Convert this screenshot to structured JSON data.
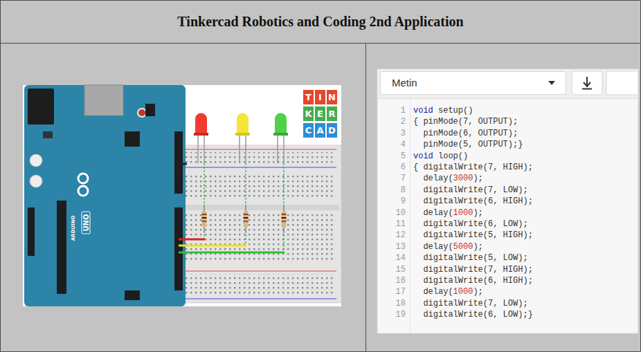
{
  "diagram": {
    "title": "Tinkercad Robotics and Coding 2nd Application",
    "nodes": [
      {
        "text": [
          "Metin"
        ]
      }
    ],
    "labels": [
      "T",
      "I",
      "N",
      "K",
      "E",
      "R",
      "C",
      "A",
      "D",
      "ARDUINO",
      "UNO",
      "1",
      "void setup()",
      "2",
      "{ pinMode(7, OUTPUT);",
      "3",
      "  pinMode(6, OUTPUT);",
      "4",
      "  pinMode(5, OUTPUT);}",
      "5",
      "void loop()",
      "6",
      "{ digitalWrite(7, HIGH);",
      "7",
      "  delay(3000);",
      "8",
      "  digitalWrite(7, LOW);",
      "9",
      "  digitalWrite(6, HIGH);",
      "10",
      "  delay(1000);",
      "11",
      "  digitalWrite(6, LOW);",
      "12",
      "  digitalWrite(5, HIGH);",
      "13",
      "  delay(5000);",
      "14",
      "  digitalWrite(5, LOW);",
      "15",
      "  digitalWrite(7, HIGH);",
      "16",
      "  digitalWrite(6, HIGH);",
      "17",
      "  delay(1000);",
      "18",
      "  digitalWrite(7, LOW);",
      "19",
      "  digitalWrite(6, LOW);}"
    ]
  }
}
